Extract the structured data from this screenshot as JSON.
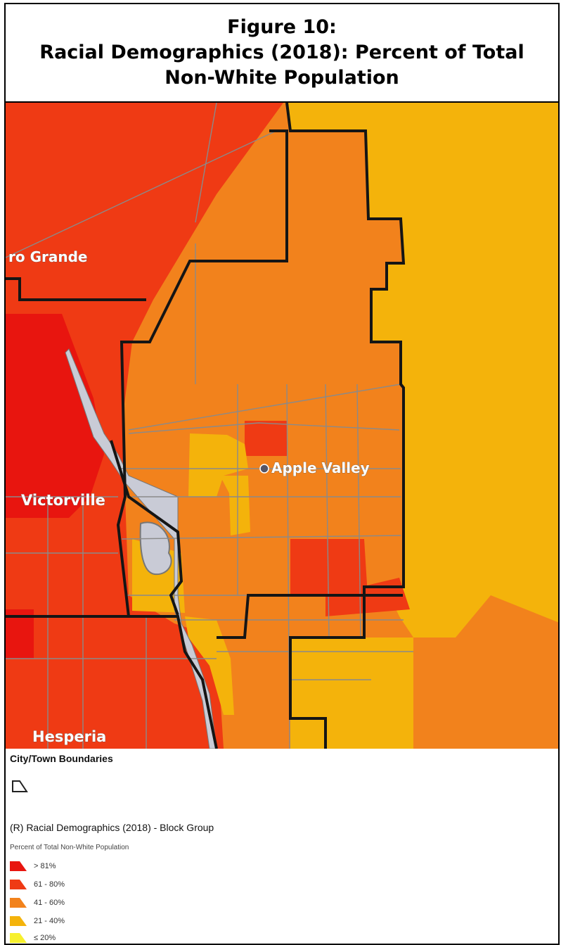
{
  "figure": {
    "line1": "Figure 10:",
    "line2": "Racial Demographics (2018): Percent of Total",
    "line3": "Non-White Population"
  },
  "map": {
    "places": [
      "ro Grande",
      "Victorville",
      "Apple Valley",
      "Hesperia"
    ],
    "colors": {
      "c81": "#e8150f",
      "c61": "#ef3a14",
      "c41": "#f2821c",
      "c21": "#f4b30b",
      "c20": "#f7f02e",
      "water": "#c9cbd6",
      "boundary": "#151515",
      "blockline": "#8a8a8a"
    }
  },
  "legend": {
    "layer1_title": "City/Town Boundaries",
    "layer2_title": "(R) Racial Demographics (2018) - Block Group",
    "field_title": "Percent of Total Non-White Population",
    "classes": [
      {
        "label": "> 81%",
        "color": "#e8150f"
      },
      {
        "label": "61 - 80%",
        "color": "#ef3a14"
      },
      {
        "label": "41 - 60%",
        "color": "#f2821c"
      },
      {
        "label": "21 - 40%",
        "color": "#f4b30b"
      },
      {
        "label": "≤ 20%",
        "color": "#f7f02e"
      }
    ]
  }
}
